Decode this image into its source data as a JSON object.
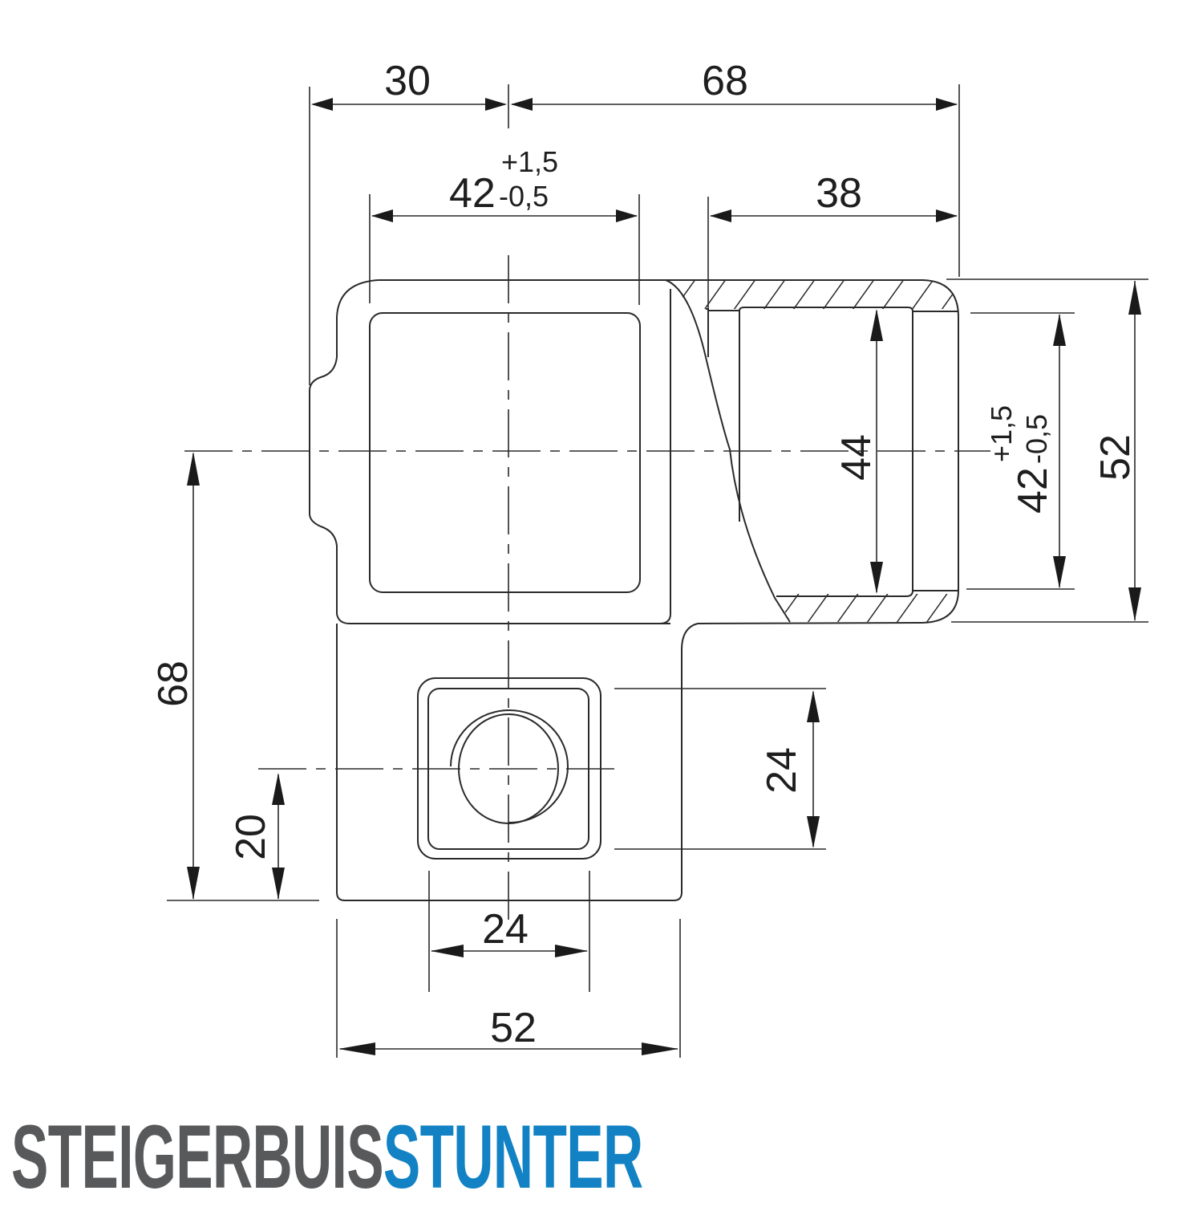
{
  "drawing": {
    "title": "Technical drawing of scaffolding tube clamp fitting (corner / elbow connector) with dimensions",
    "units": "mm",
    "dimensions": {
      "top_left_width": "30",
      "top_overall_width": "68",
      "socket_width_nominal": "42",
      "socket_width_tol_upper": "+1,5",
      "socket_width_tol_lower": "-0,5",
      "side_socket_depth": "38",
      "side_inner_height": "44",
      "side_socket_nominal": "42",
      "side_socket_tol_upper": "+1,5",
      "side_socket_tol_lower": "-0,5",
      "side_outer_height": "52",
      "left_height": "68",
      "bolt_offset": "20",
      "boss_height": "24",
      "boss_width": "24",
      "bottom_width": "52"
    },
    "colors": {
      "line": "#2a2a2a",
      "background": "#ffffff"
    }
  },
  "brand": {
    "part1": "STEIGERBUIS",
    "part2": "STUNTER",
    "color1": "#58595b",
    "color2": "#1282c4"
  }
}
